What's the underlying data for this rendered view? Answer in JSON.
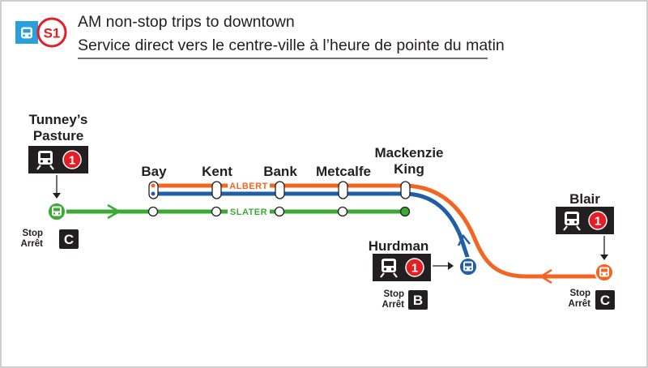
{
  "header": {
    "route": "S1",
    "title_en": "AM non-stop trips to downtown",
    "title_fr": "Service direct vers le centre-ville à l’heure de pointe du matin"
  },
  "stations": {
    "tunneys_line1": "Tunney’s",
    "tunneys_line2": "Pasture",
    "bay": "Bay",
    "kent": "Kent",
    "bank": "Bank",
    "metcalfe": "Metcalfe",
    "mackenzie_line1": "Mackenzie",
    "mackenzie_line2": "King",
    "hurdman": "Hurdman",
    "blair": "Blair"
  },
  "streets": {
    "albert": "ALBERT",
    "slater": "SLATER"
  },
  "lrt_line_number": "1",
  "stops": {
    "tunneys": {
      "word_en": "Stop",
      "word_fr": "Arrêt",
      "letter": "C"
    },
    "hurdman": {
      "word_en": "Stop",
      "word_fr": "Arrêt",
      "letter": "B"
    },
    "blair": {
      "word_en": "Stop",
      "word_fr": "Arrêt",
      "letter": "C"
    }
  },
  "colors": {
    "green": "#3aaa35",
    "orange": "#f26522",
    "blue": "#1f5fa8",
    "red": "#e31e24",
    "dark": "#231f20",
    "header_icon_blue": "#2b9fd9"
  },
  "icons": [
    "bus-icon",
    "train-icon",
    "line-1-badge"
  ]
}
